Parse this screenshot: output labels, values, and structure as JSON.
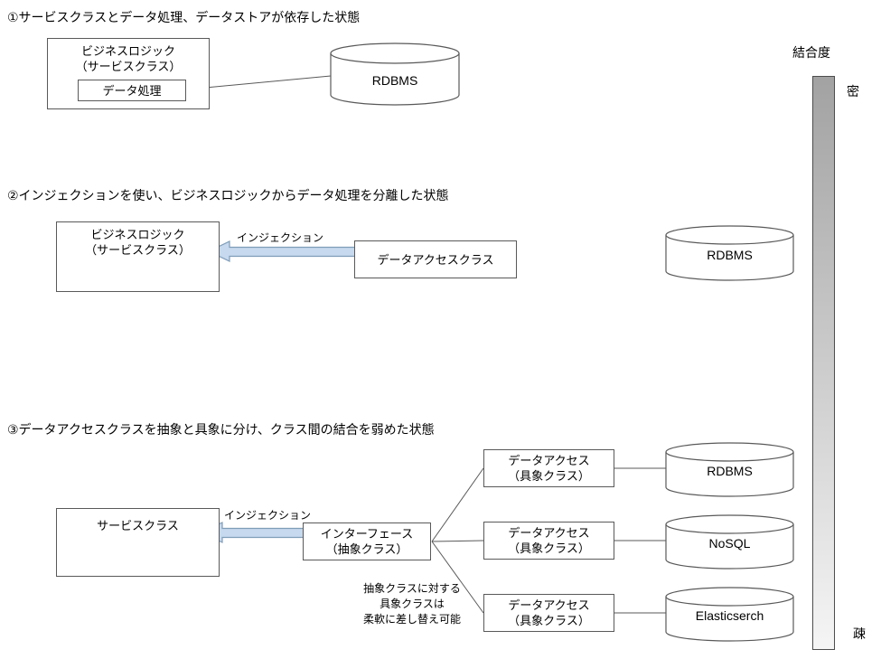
{
  "titles": {
    "s1": "①サービスクラスとデータ処理、データストアが依存した状態",
    "s2": "②インジェクションを使い、ビジネスロジックからデータ処理を分離した状態",
    "s3": "③データアクセスクラスを抽象と具象に分け、クラス間の結合を弱めた状態"
  },
  "boxes": {
    "business_logic_line1": "ビジネスロジック",
    "business_logic_line2": "（サービスクラス）",
    "data_processing": "データ処理",
    "data_access_class": "データアクセスクラス",
    "service_class": "サービスクラス",
    "interface_line1": "インターフェース",
    "interface_line2": "（抽象クラス）",
    "concrete_line1": "データアクセス",
    "concrete_line2": "（具象クラス）"
  },
  "cylinders": {
    "s1_rdbms": "RDBMS",
    "s2_rdbms": "RDBMS",
    "s3_rdbms": "RDBMS",
    "s3_nosql": "NoSQL",
    "s3_elastic": "Elasticserch"
  },
  "labels": {
    "injection": "インジェクション",
    "coupling_axis": "結合度",
    "dense": "密",
    "sparse": "疎",
    "note_line1": "抽象クラスに対する",
    "note_line2": "具象クラスは",
    "note_line3": "柔軟に差し替え可能"
  },
  "colors": {
    "arrow_fill": "#c6d9ee",
    "arrow_stroke": "#7f9db9",
    "shape_border": "#595959",
    "bar_gradient_top": "#a2a2a2",
    "bar_gradient_bottom": "#f5f5f5"
  }
}
